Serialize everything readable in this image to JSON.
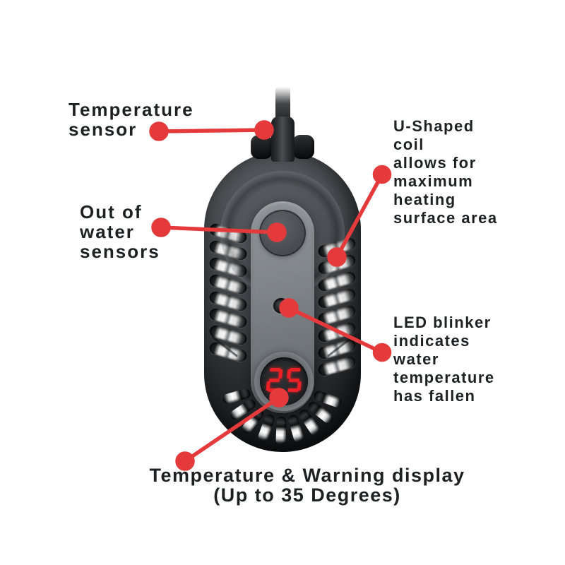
{
  "colors": {
    "accent_red": "#e53a3c",
    "display_red": "#ea2127",
    "text_dark": "#1f2022",
    "body_gray": "#3c4043",
    "panel_gray": "#82878b"
  },
  "callouts": {
    "temperature_sensor": {
      "lines": [
        "Temperature",
        "sensor"
      ]
    },
    "out_of_water": {
      "lines": [
        "Out of",
        "water",
        "sensors"
      ]
    },
    "u_shaped_coil": {
      "lines": [
        "U-Shaped",
        "coil",
        "allows for",
        "maximum",
        "heating",
        "surface area"
      ]
    },
    "led_blinker": {
      "lines": [
        "LED blinker",
        "indicates",
        "water",
        "temperature",
        "has fallen"
      ]
    },
    "display": {
      "lines": [
        "Temperature & Warning display",
        "(Up to 35 Degrees)"
      ]
    }
  },
  "device": {
    "display_value": "25"
  }
}
